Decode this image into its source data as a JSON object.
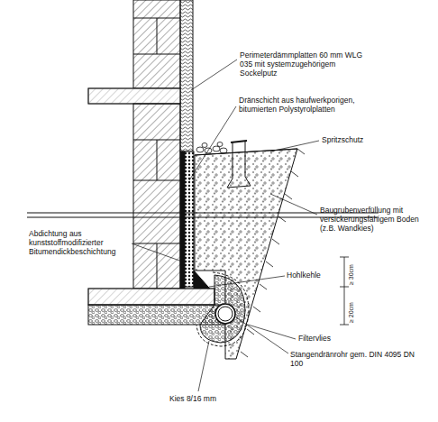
{
  "diagram": {
    "labels": [
      "Perimeterdämmplatten 60 mm WLG 035 mit systemzugehörigem Sockelputz",
      "Dränschicht aus haufwerkporigen, bitumierten Polystyrolplatten",
      "Spritzschutz",
      "Baugrubenverfüllung mit versickerungsfähigem Boden (z.B. Wandkies)",
      "Abdichtung aus kunststoffmodifizierter Bitumendickbeschichtung",
      "Hohlkehle",
      "Filtervlies",
      "Stangendränrohr gem. DIN 4095 DN 100",
      "Kies 8/16 mm",
      "≥ 30cm",
      "≥ 20cm"
    ]
  }
}
